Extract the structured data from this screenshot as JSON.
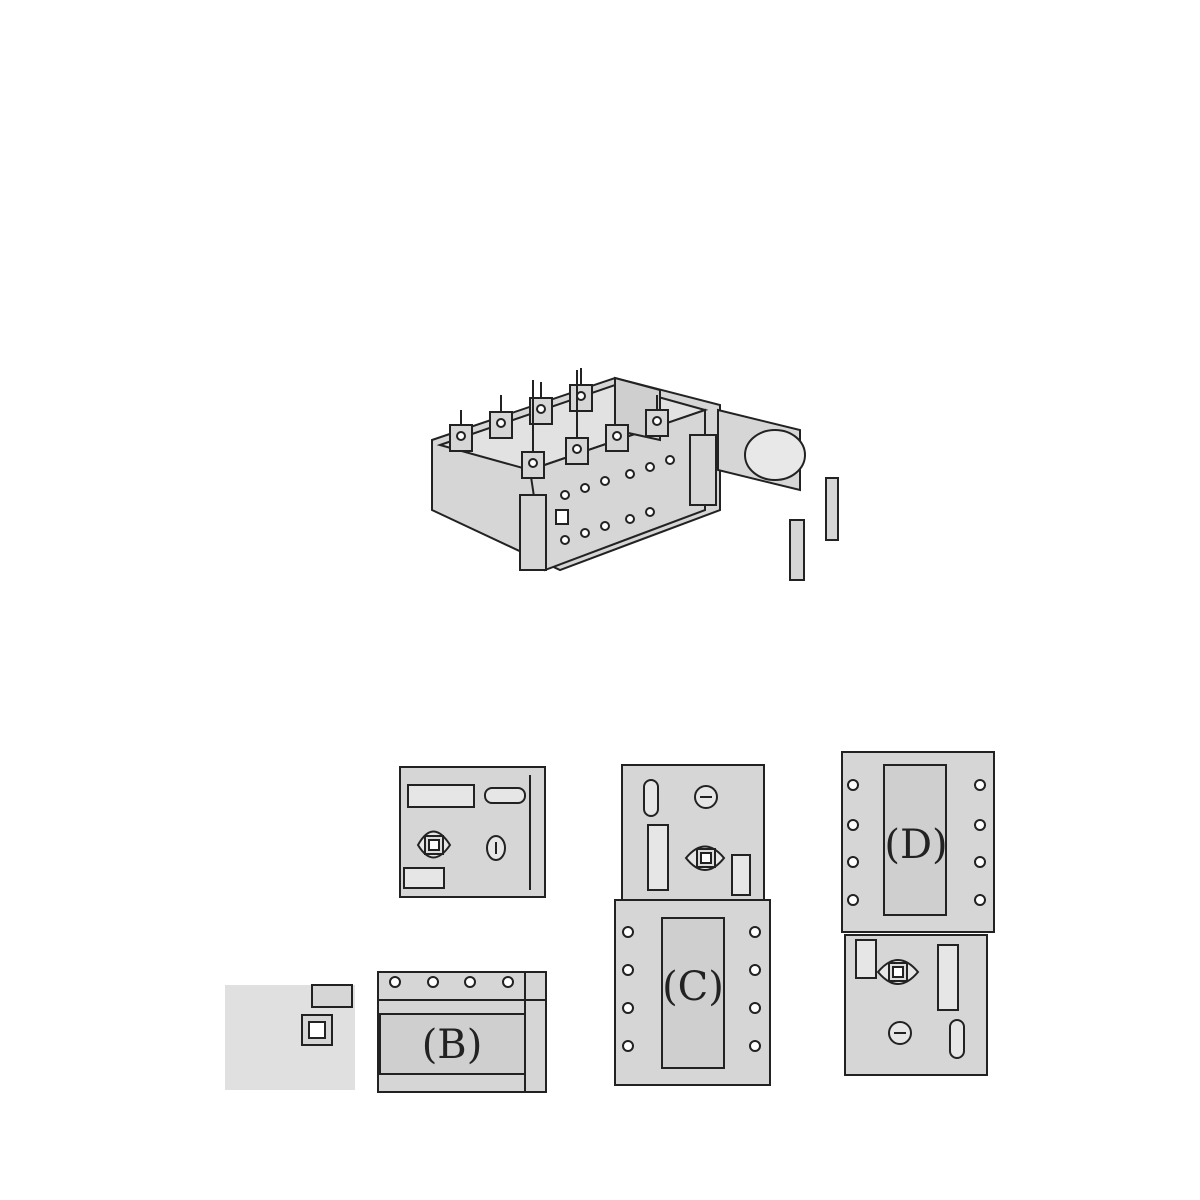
{
  "figure": {
    "views": [
      {
        "id": "iso",
        "label": ""
      },
      {
        "id": "b",
        "label": "(B)"
      },
      {
        "id": "c",
        "label": "(C)"
      },
      {
        "id": "d",
        "label": "(D)"
      }
    ]
  },
  "colors": {
    "fill": "#d6d6d6",
    "stroke": "#222222",
    "background": "#ffffff"
  }
}
